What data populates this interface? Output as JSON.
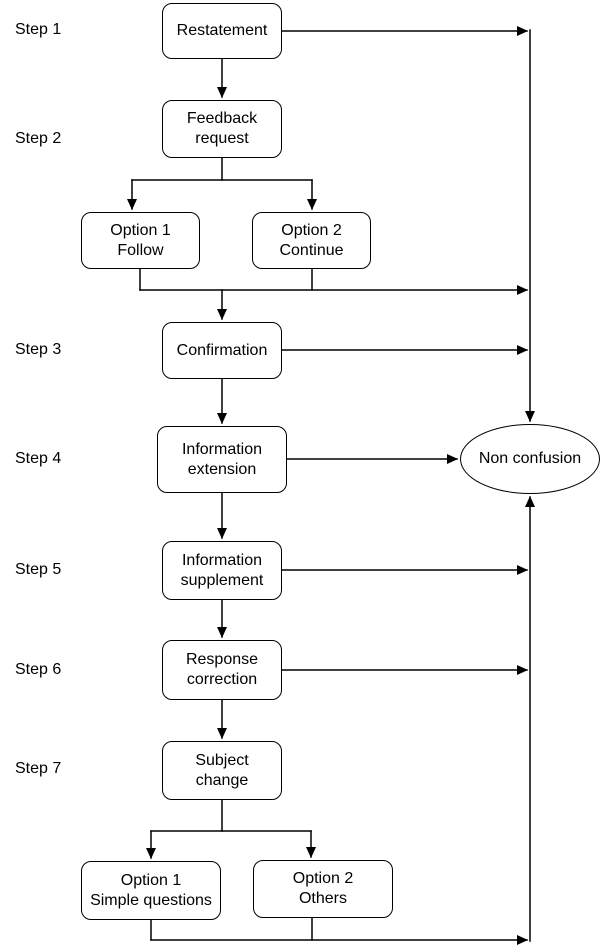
{
  "diagram": {
    "background_color": "#ffffff",
    "stroke_color": "#000000",
    "text_color": "#000000"
  },
  "steps": [
    {
      "label": "Step 1"
    },
    {
      "label": "Step 2"
    },
    {
      "label": "Step 3"
    },
    {
      "label": "Step 4"
    },
    {
      "label": "Step 5"
    },
    {
      "label": "Step 6"
    },
    {
      "label": "Step 7"
    }
  ],
  "nodes": {
    "restatement": {
      "label": "Restatement"
    },
    "feedback_request": {
      "label": "Feedback\nrequest"
    },
    "option1_follow": {
      "label": "Option 1\nFollow"
    },
    "option2_continue": {
      "label": "Option 2\nContinue"
    },
    "confirmation": {
      "label": "Confirmation"
    },
    "information_extension": {
      "label": "Information\nextension"
    },
    "information_supplement": {
      "label": "Information\nsupplement"
    },
    "response_correction": {
      "label": "Response\ncorrection"
    },
    "subject_change": {
      "label": "Subject\nchange"
    },
    "option1_simple_questions": {
      "label": "Option 1\nSimple questions"
    },
    "option2_others": {
      "label": "Option 2\nOthers"
    },
    "non_confusion": {
      "label": "Non confusion"
    }
  }
}
